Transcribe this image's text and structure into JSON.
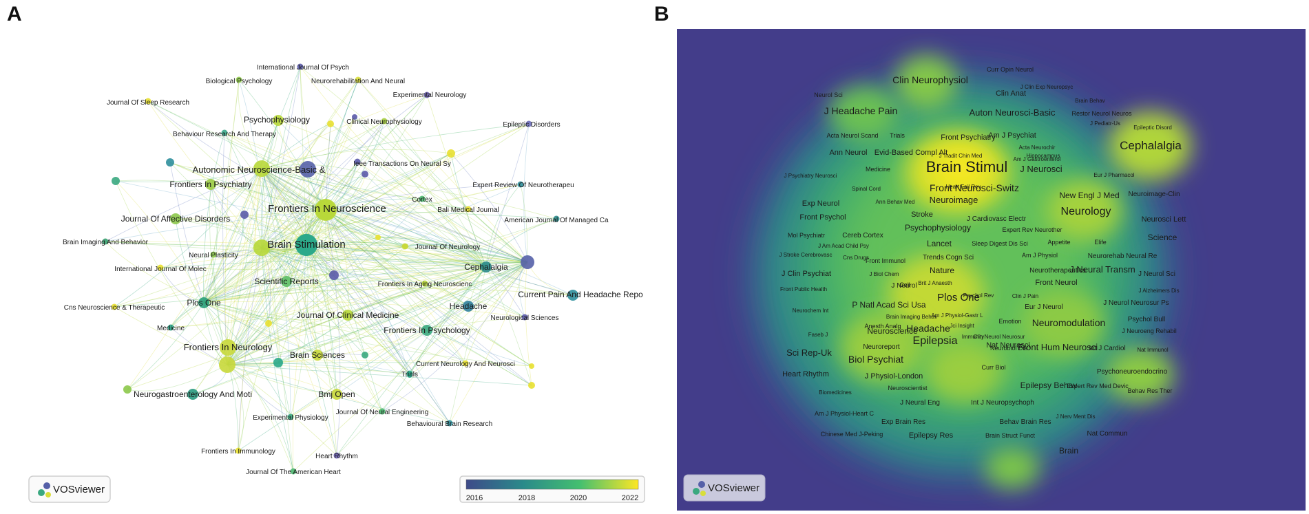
{
  "panels": {
    "a_letter": "A",
    "b_letter": "B"
  },
  "vosviewer_logo_text": "VOSviewer",
  "colorbar": {
    "ticks": [
      "2016",
      "2018",
      "2020",
      "2022"
    ],
    "colors": [
      "#3e4a89",
      "#2a8a8a",
      "#44bf70",
      "#fde725"
    ]
  },
  "network_nodes": [
    {
      "id": "intjpsych",
      "label": "International Journal Of Psych",
      "size": "s",
      "color": "#5a5aa8"
    },
    {
      "id": "bioPsych",
      "label": "Biological Psychology",
      "size": "s",
      "color": "#8fc94a"
    },
    {
      "id": "neurorehab",
      "label": "Neurorehabilitation And Neural",
      "size": "s",
      "color": "#d8de3a"
    },
    {
      "id": "expNeuro",
      "label": "Experimental Neurology",
      "size": "s",
      "color": "#6a5fb0"
    },
    {
      "id": "sleepRes",
      "label": "Journal Of Sleep Research",
      "size": "s",
      "color": "#e8e030"
    },
    {
      "id": "psychophys",
      "label": "Psychophysiology",
      "size": "m",
      "color": "#b8d838"
    },
    {
      "id": "clinNeurophys",
      "label": "Clinical Neurophysiology",
      "size": "s",
      "color": "#a8d040"
    },
    {
      "id": "epiDis",
      "label": "Epileptic Disorders",
      "size": "s",
      "color": "#6a6cb8"
    },
    {
      "id": "behavRes",
      "label": "Behaviour Research And Therapy",
      "size": "s",
      "color": "#3aa88a"
    },
    {
      "id": "autonomic",
      "label": "Autonomic Neuroscience-Basic &",
      "size": "l",
      "color": "#5560a8"
    },
    {
      "id": "ieee",
      "label": "Ieee Transactions On Neural Sy",
      "size": "s",
      "color": "#5a5aa8"
    },
    {
      "id": "frontPsychiatry",
      "label": "Frontiers In Psychiatry",
      "size": "m",
      "color": "#9ccc44"
    },
    {
      "id": "expertRev",
      "label": "Expert Review Of Neurotherapeu",
      "size": "s",
      "color": "#2f8f9c"
    },
    {
      "id": "frontNeurosci",
      "label": "Frontiers In Neuroscience",
      "size": "xl",
      "color": "#b8d838"
    },
    {
      "id": "cortex",
      "label": "Cortex",
      "size": "s",
      "color": "#4cb870"
    },
    {
      "id": "baliMed",
      "label": "Bali Medical Journal",
      "size": "s",
      "color": "#e8e030"
    },
    {
      "id": "affective",
      "label": "Journal Of Affective Disorders",
      "size": "m",
      "color": "#8cc84a"
    },
    {
      "id": "amJManaged",
      "label": "American Journal Of Managed Ca",
      "size": "s",
      "color": "#2a8a8a"
    },
    {
      "id": "brainImaging",
      "label": "Brain Imaging And Behavior",
      "size": "s",
      "color": "#3aa070"
    },
    {
      "id": "brainStim",
      "label": "Brain Stimulation",
      "size": "xl",
      "color": "#2aa88a"
    },
    {
      "id": "jNeurology",
      "label": "Journal Of Neurology",
      "size": "s",
      "color": "#c8d83a"
    },
    {
      "id": "neuralPlast",
      "label": "Neural Plasticity",
      "size": "s",
      "color": "#8cc84a"
    },
    {
      "id": "intJMolec",
      "label": "International Journal Of Molec",
      "size": "s",
      "color": "#e8e030"
    },
    {
      "id": "cephalalgia",
      "label": "Cephalalgia",
      "size": "m",
      "color": "#2a8a8a"
    },
    {
      "id": "sciReports",
      "label": "Scientific Reports",
      "size": "m",
      "color": "#5cbe66"
    },
    {
      "id": "frontAging",
      "label": "Frontiers In Aging Neuroscienc",
      "size": "s",
      "color": "#b8d838"
    },
    {
      "id": "currentPain",
      "label": "Current Pain And Headache Repo",
      "size": "m",
      "color": "#2f8f9c"
    },
    {
      "id": "plosOne",
      "label": "Plos One",
      "size": "m",
      "color": "#2aa07a"
    },
    {
      "id": "cnsNeurosci",
      "label": "Cns Neuroscience & Therapeutic",
      "size": "s",
      "color": "#e8e030"
    },
    {
      "id": "jClinMed",
      "label": "Journal Of Clinical Medicine",
      "size": "m",
      "color": "#b8d838"
    },
    {
      "id": "headache",
      "label": "Headache",
      "size": "m",
      "color": "#2f7f9c"
    },
    {
      "id": "neuroSciences",
      "label": "Neurological Sciences",
      "size": "s",
      "color": "#5a5aa8"
    },
    {
      "id": "medicine",
      "label": "Medicine",
      "size": "s",
      "color": "#2aa88a"
    },
    {
      "id": "frontPsychology",
      "label": "Frontiers In Psychology",
      "size": "m",
      "color": "#3aa880"
    },
    {
      "id": "frontNeurology",
      "label": "Frontiers In Neurology",
      "size": "l",
      "color": "#c8d83a"
    },
    {
      "id": "brainSciences",
      "label": "Brain Sciences",
      "size": "m",
      "color": "#c8d83a"
    },
    {
      "id": "trials",
      "label": "Trials",
      "size": "s",
      "color": "#2aa88a"
    },
    {
      "id": "currentNeurology",
      "label": "Current Neurology And Neurosci",
      "size": "s",
      "color": "#e8e030"
    },
    {
      "id": "neurogastro",
      "label": "Neurogastroenterology And Moti",
      "size": "m",
      "color": "#2a9a80"
    },
    {
      "id": "bmjOpen",
      "label": "Bmj Open",
      "size": "m",
      "color": "#c8d83a"
    },
    {
      "id": "expPhys",
      "label": "Experimental Physiology",
      "size": "s",
      "color": "#3aa880"
    },
    {
      "id": "jNeuralEng",
      "label": "Journal Of Neural Engineering",
      "size": "s",
      "color": "#4cb870"
    },
    {
      "id": "behavBrain",
      "label": "Behavioural Brain Research",
      "size": "s",
      "color": "#2f8f9c"
    },
    {
      "id": "frontImmuno",
      "label": "Frontiers In Immunology",
      "size": "s",
      "color": "#e8e030"
    },
    {
      "id": "heartRhythm",
      "label": "Heart Rhythm",
      "size": "s",
      "color": "#6a5fb0"
    },
    {
      "id": "jAmHeart",
      "label": "Journal Of The American Heart",
      "size": "s",
      "color": "#4cb870"
    }
  ],
  "density_labels": [
    {
      "text": "Curr Opin Neurol",
      "size": 9
    },
    {
      "text": "Clin Neurophysiol",
      "size": 14
    },
    {
      "text": "J Clin Exp Neuropsyc",
      "size": 8
    },
    {
      "text": "Neurol Sci",
      "size": 9
    },
    {
      "text": "Clin Anat",
      "size": 11
    },
    {
      "text": "Brain Behav",
      "size": 8
    },
    {
      "text": "J Headache Pain",
      "size": 14
    },
    {
      "text": "Auton Neurosci-Basic",
      "size": 13
    },
    {
      "text": "Restor Neurol Neuros",
      "size": 9
    },
    {
      "text": "J Pediatr-Us",
      "size": 8
    },
    {
      "text": "Epileptic Disord",
      "size": 8
    },
    {
      "text": "Acta Neurol Scand",
      "size": 9
    },
    {
      "text": "Trials",
      "size": 9
    },
    {
      "text": "Front Psychiatry",
      "size": 11
    },
    {
      "text": "Am J Psychiat",
      "size": 11
    },
    {
      "text": "Acta Neurochir",
      "size": 8
    },
    {
      "text": "Hippocampus",
      "size": 8
    },
    {
      "text": "Cephalalgia",
      "size": 17
    },
    {
      "text": "Ann Neurol",
      "size": 11
    },
    {
      "text": "Evid-Based Compl Alt",
      "size": 11
    },
    {
      "text": "J Tradit Chin Med",
      "size": 8
    },
    {
      "text": "Am J Gastroenterol",
      "size": 8
    },
    {
      "text": "Medicine",
      "size": 9
    },
    {
      "text": "Brain Stimul",
      "size": 22
    },
    {
      "text": "J Neurosci",
      "size": 13
    },
    {
      "text": "J Psychiatry Neurosci",
      "size": 8
    },
    {
      "text": "Eur J Pharmacol",
      "size": 8
    },
    {
      "text": "Heart Fail Rev",
      "size": 8
    },
    {
      "text": "Spinal Cord",
      "size": 8
    },
    {
      "text": "Front Neurosci-Switz",
      "size": 14
    },
    {
      "text": "Neuroimage-Clin",
      "size": 10
    },
    {
      "text": "New Engl J Med",
      "size": 12
    },
    {
      "text": "Exp Neurol",
      "size": 11
    },
    {
      "text": "Ann Behav Med",
      "size": 8
    },
    {
      "text": "Neuroimage",
      "size": 13
    },
    {
      "text": "Neurology",
      "size": 16
    },
    {
      "text": "Front Psychol",
      "size": 11
    },
    {
      "text": "Stroke",
      "size": 11
    },
    {
      "text": "J Cardiovasc Electr",
      "size": 10
    },
    {
      "text": "Neurosci Lett",
      "size": 11
    },
    {
      "text": "Psychophysiology",
      "size": 12
    },
    {
      "text": "Expert Rev Neurother",
      "size": 9
    },
    {
      "text": "Mol Psychiatr",
      "size": 9
    },
    {
      "text": "Cereb Cortex",
      "size": 10
    },
    {
      "text": "Science",
      "size": 12
    },
    {
      "text": "Lancet",
      "size": 12
    },
    {
      "text": "Sleep Digest Dis Sci",
      "size": 9
    },
    {
      "text": "Appetite",
      "size": 9
    },
    {
      "text": "Elife",
      "size": 9
    },
    {
      "text": "J Am Acad Child Psy",
      "size": 8
    },
    {
      "text": "J Stroke Cerebrovasc",
      "size": 8
    },
    {
      "text": "Cns Drugs",
      "size": 8
    },
    {
      "text": "Trends Cogn Sci",
      "size": 10
    },
    {
      "text": "Am J Physiol",
      "size": 9
    },
    {
      "text": "Front Immunol",
      "size": 9
    },
    {
      "text": "Neurorehab Neural Re",
      "size": 10
    },
    {
      "text": "Nature",
      "size": 12
    },
    {
      "text": "Neurotherapeutics",
      "size": 10
    },
    {
      "text": "J Neural Transm",
      "size": 13
    },
    {
      "text": "J Clin Psychiat",
      "size": 11
    },
    {
      "text": "J Biol Chem",
      "size": 8
    },
    {
      "text": "J Neurol Sci",
      "size": 10
    },
    {
      "text": "Cell",
      "size": 9
    },
    {
      "text": "Brit J Anaesth",
      "size": 8
    },
    {
      "text": "Front Neurol",
      "size": 11
    },
    {
      "text": "Front Public Health",
      "size": 8
    },
    {
      "text": "J Neurol",
      "size": 10
    },
    {
      "text": "J Alzheimers Dis",
      "size": 8
    },
    {
      "text": "Psychol Rev",
      "size": 8
    },
    {
      "text": "Clin J Pain",
      "size": 8
    },
    {
      "text": "P Natl Acad Sci Usa",
      "size": 12
    },
    {
      "text": "Plos One",
      "size": 15
    },
    {
      "text": "J Neurol Neurosur Ps",
      "size": 10
    },
    {
      "text": "Eur J Neurol",
      "size": 10
    },
    {
      "text": "Neurochem Int",
      "size": 8
    },
    {
      "text": "Am J Physiol-Gastr L",
      "size": 8
    },
    {
      "text": "Brain Imaging Behav",
      "size": 8
    },
    {
      "text": "Emotion",
      "size": 9
    },
    {
      "text": "Neuromodulation",
      "size": 14
    },
    {
      "text": "Psychol Bull",
      "size": 10
    },
    {
      "text": "Anesth Analg",
      "size": 9
    },
    {
      "text": "Headache",
      "size": 14
    },
    {
      "text": "Jci Insight",
      "size": 8
    },
    {
      "text": "J Neuroeng Rehabil",
      "size": 9
    },
    {
      "text": "Neuroscience",
      "size": 12
    },
    {
      "text": "Clin Neurol Neurosur",
      "size": 8
    },
    {
      "text": "Faseb J",
      "size": 8
    },
    {
      "text": "Immunity",
      "size": 8
    },
    {
      "text": "Epilepsia",
      "size": 16
    },
    {
      "text": "Nat Neurosci",
      "size": 11
    },
    {
      "text": "Neuroreport",
      "size": 10
    },
    {
      "text": "Neurobiol Dis",
      "size": 9
    },
    {
      "text": "Int J Cardiol",
      "size": 10
    },
    {
      "text": "Nat Immunol",
      "size": 8
    },
    {
      "text": "Sci Rep-Uk",
      "size": 13
    },
    {
      "text": "Front Hum Neurosci",
      "size": 13
    },
    {
      "text": "Biol Psychiat",
      "size": 14
    },
    {
      "text": "Curr Biol",
      "size": 9
    },
    {
      "text": "Psychoneuroendocrino",
      "size": 10
    },
    {
      "text": "Heart Rhythm",
      "size": 11
    },
    {
      "text": "J Physiol-London",
      "size": 11
    },
    {
      "text": "Biomedicines",
      "size": 8
    },
    {
      "text": "Neuroscientist",
      "size": 9
    },
    {
      "text": "Epilepsy Behav",
      "size": 12
    },
    {
      "text": "Expert Rev Med Devic",
      "size": 9
    },
    {
      "text": "Behav Res Ther",
      "size": 9
    },
    {
      "text": "J Neural Eng",
      "size": 10
    },
    {
      "text": "Int J Neuropsychoph",
      "size": 10
    },
    {
      "text": "Am J Physiol-Heart C",
      "size": 9
    },
    {
      "text": "J Nerv Ment Dis",
      "size": 8
    },
    {
      "text": "Exp Brain Res",
      "size": 10
    },
    {
      "text": "Behav Brain Res",
      "size": 10
    },
    {
      "text": "Chinese Med J-Peking",
      "size": 9
    },
    {
      "text": "Epilepsy Res",
      "size": 11
    },
    {
      "text": "Brain Struct Funct",
      "size": 9
    },
    {
      "text": "Nat Commun",
      "size": 10
    },
    {
      "text": "Brain",
      "size": 12
    }
  ]
}
